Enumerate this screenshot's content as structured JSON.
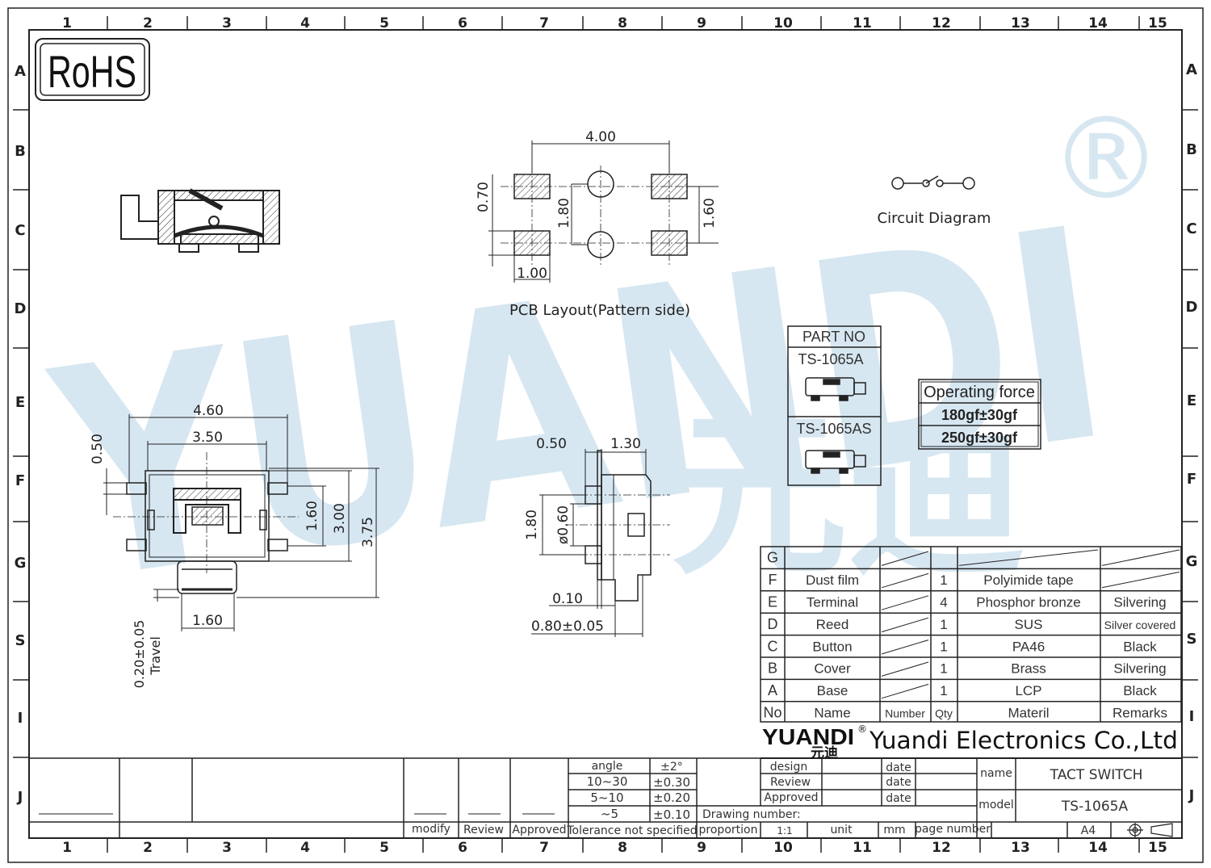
{
  "grid": {
    "cols": [
      "1",
      "2",
      "3",
      "4",
      "5",
      "6",
      "7",
      "8",
      "9",
      "10",
      "11",
      "12",
      "13",
      "14",
      "15"
    ],
    "rows_left": [
      "A",
      "B",
      "C",
      "D",
      "E",
      "F",
      "G",
      "S",
      "I",
      "J"
    ],
    "rows_right": [
      "A",
      "B",
      "C",
      "D",
      "E",
      "F",
      "G",
      "S",
      "I",
      "J"
    ]
  },
  "rohs": "RoHS",
  "watermark": {
    "text": "YUANDI",
    "cjk": "元迪",
    "reg": "®"
  },
  "pcb": {
    "title": "PCB  Layout(Pattern  side)",
    "dims": {
      "w": "4.00",
      "h1": "0.70",
      "h2": "1.80",
      "h3": "1.60",
      "pad": "1.00"
    }
  },
  "circuit": {
    "label": "Circuit  Diagram"
  },
  "top_view": {
    "dims": {
      "w1": "4.60",
      "w2": "3.50",
      "t": "0.50",
      "h1": "1.60",
      "h2": "3.00",
      "h3": "3.75",
      "btn": "1.60",
      "travel": "0.20±0.05",
      "travel_label": "Travel"
    }
  },
  "side_view": {
    "dims": {
      "a": "0.50",
      "b": "1.30",
      "c": "1.80",
      "d": "ø0.60",
      "e": "0.10",
      "f": "0.80±0.05"
    }
  },
  "part_no": {
    "header": "PART NO",
    "items": [
      "TS-1065A",
      "TS-1065AS"
    ]
  },
  "force": {
    "header": "Operating force",
    "values": [
      "180gf±30gf",
      "250gf±30gf"
    ]
  },
  "bom": {
    "rows": [
      {
        "no": "G",
        "name": "",
        "number": "",
        "qty": "",
        "material": "",
        "remarks": ""
      },
      {
        "no": "F",
        "name": "Dust film",
        "number": "",
        "qty": "1",
        "material": "Polyimide tape",
        "remarks": ""
      },
      {
        "no": "E",
        "name": "Terminal",
        "number": "",
        "qty": "4",
        "material": "Phosphor bronze",
        "remarks": "Silvering"
      },
      {
        "no": "D",
        "name": "Reed",
        "number": "",
        "qty": "1",
        "material": "SUS",
        "remarks": "Silver covered"
      },
      {
        "no": "C",
        "name": "Button",
        "number": "",
        "qty": "1",
        "material": "PA46",
        "remarks": "Black"
      },
      {
        "no": "B",
        "name": "Cover",
        "number": "",
        "qty": "1",
        "material": "Brass",
        "remarks": "Silvering"
      },
      {
        "no": "A",
        "name": "Base",
        "number": "",
        "qty": "1",
        "material": "LCP",
        "remarks": "Black"
      }
    ],
    "header": {
      "no": "No",
      "name": "Name",
      "number": "Number",
      "qty": "Qty",
      "material": "Materil",
      "remarks": "Remarks"
    }
  },
  "company": {
    "logo": "YUANDI",
    "logo_cjk": "元迪",
    "reg": "®",
    "name": "Yuandi Electronics Co.,Ltd"
  },
  "titleblock": {
    "design": "design",
    "review": "Review",
    "approved": "Approved",
    "date": "date",
    "name_label": "name",
    "name_value": "TACT SWITCH",
    "model_label": "model",
    "model_value": "TS-1065A",
    "drawing_number": "Drawing number:",
    "proportion": "proportion",
    "scale": "1:1",
    "unit": "unit",
    "unit_value": "mm",
    "page_number": "page number",
    "paper": "A4"
  },
  "tolerance": {
    "rows": [
      {
        "range": "angle",
        "tol": "±2°"
      },
      {
        "range": "10~30",
        "tol": "±0.30"
      },
      {
        "range": "5~10",
        "tol": "±0.20"
      },
      {
        "range": "~5",
        "tol": "±0.10"
      }
    ],
    "footer": "Tolerance not specified"
  },
  "revision": {
    "modify": "modify",
    "review": "Review",
    "approved": "Approved"
  }
}
